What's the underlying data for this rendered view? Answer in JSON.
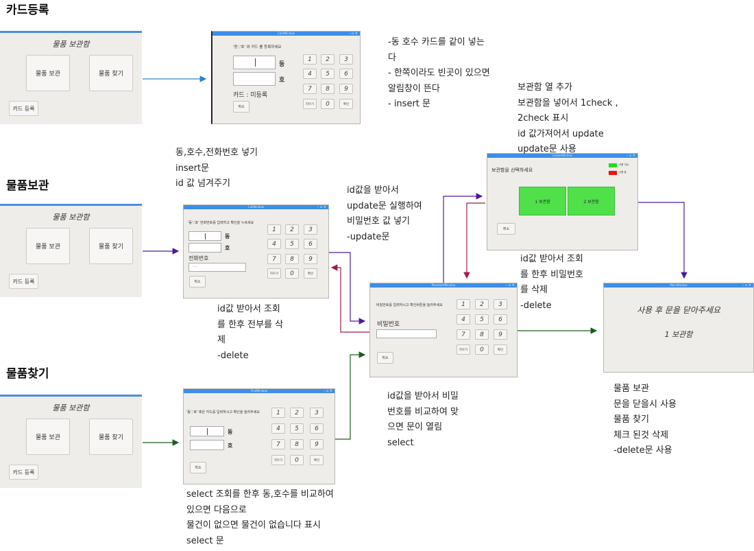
{
  "sections": {
    "card": "카드등록",
    "store": "물품보관",
    "find": "물품찾기"
  },
  "main_panel": {
    "title": "물품 보관함",
    "store_btn": "물품 보관",
    "find_btn": "물품 찾기",
    "card_btn": "카드 등록"
  },
  "card_window": {
    "title": "CardWindow",
    "prompt": "'동','호' 와 카드 를 등록하세요",
    "dong": "동",
    "ho": "호",
    "status": "카드 : 미등록",
    "cancel": "취소"
  },
  "keypad": {
    "k1": "1",
    "k2": "2",
    "k3": "3",
    "k4": "4",
    "k5": "5",
    "k6": "6",
    "k7": "7",
    "k8": "8",
    "k9": "9",
    "k0": "0",
    "clear": "지우기",
    "ok": "확인"
  },
  "call_window": {
    "title": "CallWindow",
    "prompt": "'동','호' 전화번호를 입력하고 확인을 누르세요",
    "dong": "동",
    "ho": "호",
    "phone_label": "전화번호",
    "phone_value": "- -",
    "cancel": "취소"
  },
  "find_window": {
    "title": "FindWindow",
    "prompt": "'동','호' 혹은 카드를 입력하시고 확인을 눌러주세요",
    "dong": "동",
    "ho": "호",
    "cancel": "취소"
  },
  "locker_window": {
    "title": "LockerWindow",
    "prompt": "보관함을 선택하세요",
    "legend_available": "이용 가능",
    "legend_inuse": "이용 중",
    "locker1": "1 보관함",
    "locker2": "2 보관함",
    "cancel": "취소",
    "available_color": "#22dd22",
    "inuse_color": "#ee1111"
  },
  "password_window": {
    "title": "PasswordWindow",
    "prompt": "비밀번호를 입력하시고 확인버튼을 눌러주세요",
    "pw_label": "비밀번호",
    "cancel": "취소"
  },
  "main_window": {
    "title": "MainWindow",
    "message": "사용 후 문을 닫아주세요",
    "locker": "1 보관함"
  },
  "notes": {
    "card": "-동 호수 카드를  같이 넣는\n다\n- 한쪽이라도 빈곳이 있으면\n알림창이 뜬다\n- insert 문",
    "locker": "보관함 열 추가\n보관함을 넣어서  1check ,\n2check 표시\nid 값가져어서 update\nupdate문 사용",
    "store_insert": "동,호수,전화번호 넣기\ninsert문\nid 값 넘겨주기",
    "update": "id값을 받아서\nupdate문 실행하여\n비밀번호 값 넣기\n-update문",
    "delete_all": "id값 받아서 조회\n를 한후 전부를 삭\n제\n-delete",
    "delete_pw": "id값 받아서 조회\n를 한후 비밀번호\n를 삭제\n-delete",
    "select_pw": "id값을 받아서 비밀\n번호를 비교하여 맞\n으면 문이 열림\nselect",
    "close_door": "물품 보관\n문을 닫을시 사용\n물품 찾기\n 체크 된것 삭제\n-delete문 사용",
    "select_find": "select 조회를 한후 동,호수를 비교하여\n있으면 다음으로\n물건이 없으면 물건이 없습니다 표시\nselect 문"
  },
  "colors": {
    "arrow_blue": "#2a82c9",
    "arrow_purple": "#4b1a9e",
    "arrow_red": "#a11a4e",
    "arrow_green": "#1a5e1a",
    "titlebar": "#3d8ee6"
  }
}
